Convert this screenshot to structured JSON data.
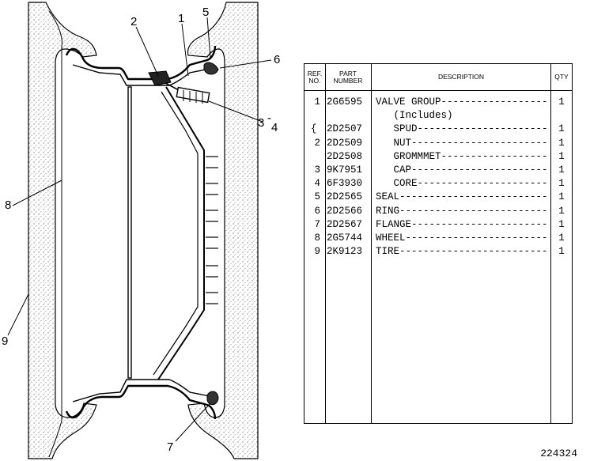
{
  "diagram": {
    "callouts": [
      "1",
      "2",
      "3",
      "4",
      "5",
      "6",
      "7",
      "8",
      "9"
    ],
    "callout_dash": "-"
  },
  "table": {
    "headers": {
      "ref": "REF.\nNO.",
      "part": "PART\nNUMBER",
      "desc": "DESCRIPTION",
      "qty": "QTY"
    },
    "rows": [
      {
        "ref": "1",
        "part": "2G6595",
        "desc": "VALVE GROUP-----------------------",
        "qty": "1"
      },
      {
        "ref": "",
        "part": "",
        "desc": "   (Includes)",
        "qty": ""
      },
      {
        "ref": "",
        "part": "2D2507",
        "desc": "   SPUD-----------------------------",
        "qty": "1"
      },
      {
        "ref": "2",
        "part": "2D2509",
        "desc": "   NUT------------------------------",
        "qty": "1"
      },
      {
        "ref": "",
        "part": "2D2508",
        "desc": "   GROMMMET-------------------------",
        "qty": "1"
      },
      {
        "ref": "3",
        "part": "9K7951",
        "desc": "   CAP------------------------------",
        "qty": "1"
      },
      {
        "ref": "4",
        "part": "6F3930",
        "desc": "   CORE-----------------------------",
        "qty": "1"
      },
      {
        "ref": "5",
        "part": "2D2565",
        "desc": "SEAL--------------------------------",
        "qty": "1"
      },
      {
        "ref": "6",
        "part": "2D2566",
        "desc": "RING--------------------------------",
        "qty": "1"
      },
      {
        "ref": "7",
        "part": "2D2567",
        "desc": "FLANGE------------------------------",
        "qty": "1"
      },
      {
        "ref": "8",
        "part": "2G5744",
        "desc": "WHEEL-------------------------------",
        "qty": "1"
      },
      {
        "ref": "9",
        "part": "2K9123",
        "desc": "TIRE--------------------------------",
        "qty": "1"
      }
    ],
    "brace": "{"
  },
  "catalog_number": "224324"
}
